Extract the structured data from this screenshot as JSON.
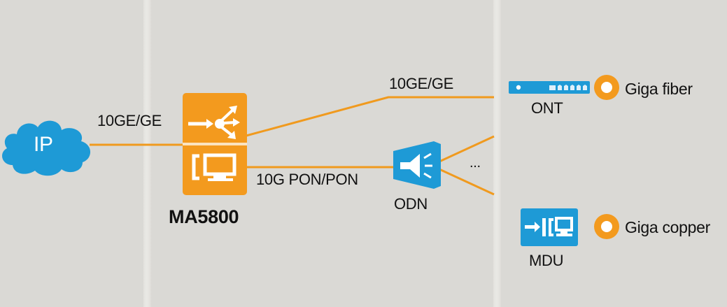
{
  "colors": {
    "background": "#dad9d5",
    "link": "#f09a1e",
    "olt": "#f39a1e",
    "terminal": "#1e9ad6",
    "text": "#111111"
  },
  "nodes": {
    "ip": {
      "label": "IP",
      "icon": "cloud-icon"
    },
    "olt": {
      "label": "MA5800",
      "icons": [
        "distribute-arrows-icon",
        "phone-computer-icon"
      ]
    },
    "odn": {
      "label": "ODN",
      "icon": "splitter-icon"
    },
    "ont": {
      "label": "ONT",
      "icon": "ont-device-icon"
    },
    "mdu": {
      "label": "MDU",
      "icon": "mdu-device-icon"
    }
  },
  "links": {
    "ip_to_olt": "10GE/GE",
    "olt_to_ont": "10GE/GE",
    "olt_to_odn": "10G PON/PON",
    "odn_more": "..."
  },
  "services": [
    {
      "label": "Giga fiber",
      "icon": "ring-bullet-icon"
    },
    {
      "label": "Giga copper",
      "icon": "ring-bullet-icon"
    }
  ]
}
